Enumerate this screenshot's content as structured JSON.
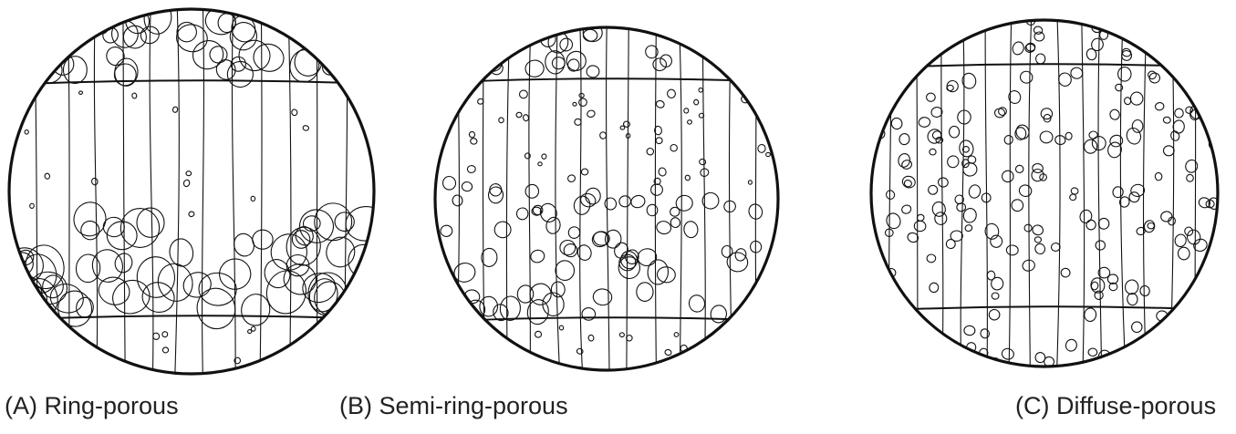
{
  "panels": [
    {
      "id": "a",
      "caption": "(A) Ring-porous",
      "type": "ring-porous"
    },
    {
      "id": "b",
      "caption": "(B) Semi-ring-porous",
      "type": "semi-ring-porous"
    },
    {
      "id": "c",
      "caption": "(C) Diffuse-porous",
      "type": "diffuse-porous"
    }
  ],
  "colors": {
    "stroke": "#111111",
    "background": "#ffffff",
    "caption": "#222222"
  }
}
